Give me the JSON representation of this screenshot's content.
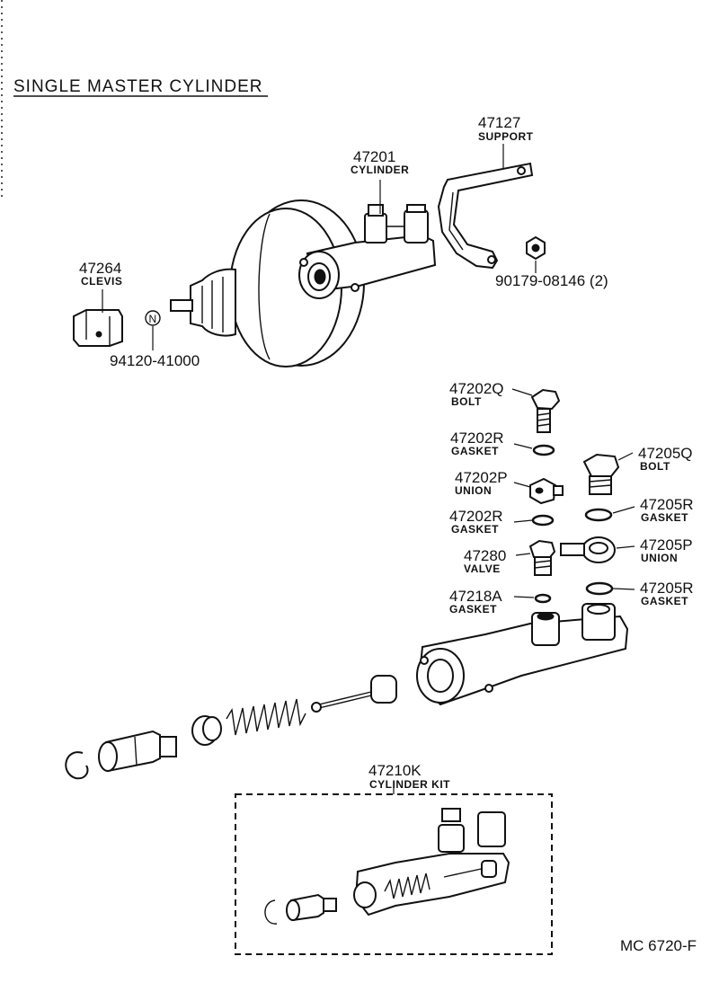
{
  "title": "SINGLE MASTER CYLINDER",
  "diagram_code": "MC 6720-F",
  "parts": [
    {
      "number": "47127",
      "name": "SUPPORT"
    },
    {
      "number": "47201",
      "name": "CYLINDER"
    },
    {
      "number": "47264",
      "name": "CLEVIS"
    },
    {
      "number": "90179-08146 (2)",
      "name": ""
    },
    {
      "number": "94120-41000",
      "name": ""
    },
    {
      "number": "47202Q",
      "name": "BOLT"
    },
    {
      "number": "47202R",
      "name": "GASKET"
    },
    {
      "number": "47205Q",
      "name": "BOLT"
    },
    {
      "number": "47202P",
      "name": "UNION"
    },
    {
      "number": "47205R",
      "name": "GASKET"
    },
    {
      "number": "47202R",
      "name": "GASKET"
    },
    {
      "number": "47280",
      "name": "VALVE"
    },
    {
      "number": "47205P",
      "name": "UNION"
    },
    {
      "number": "47218A",
      "name": "GASKET"
    },
    {
      "number": "47205R",
      "name": "GASKET"
    },
    {
      "number": "47210K",
      "name": "CYLINDER KIT"
    }
  ],
  "nut_symbol": "N"
}
